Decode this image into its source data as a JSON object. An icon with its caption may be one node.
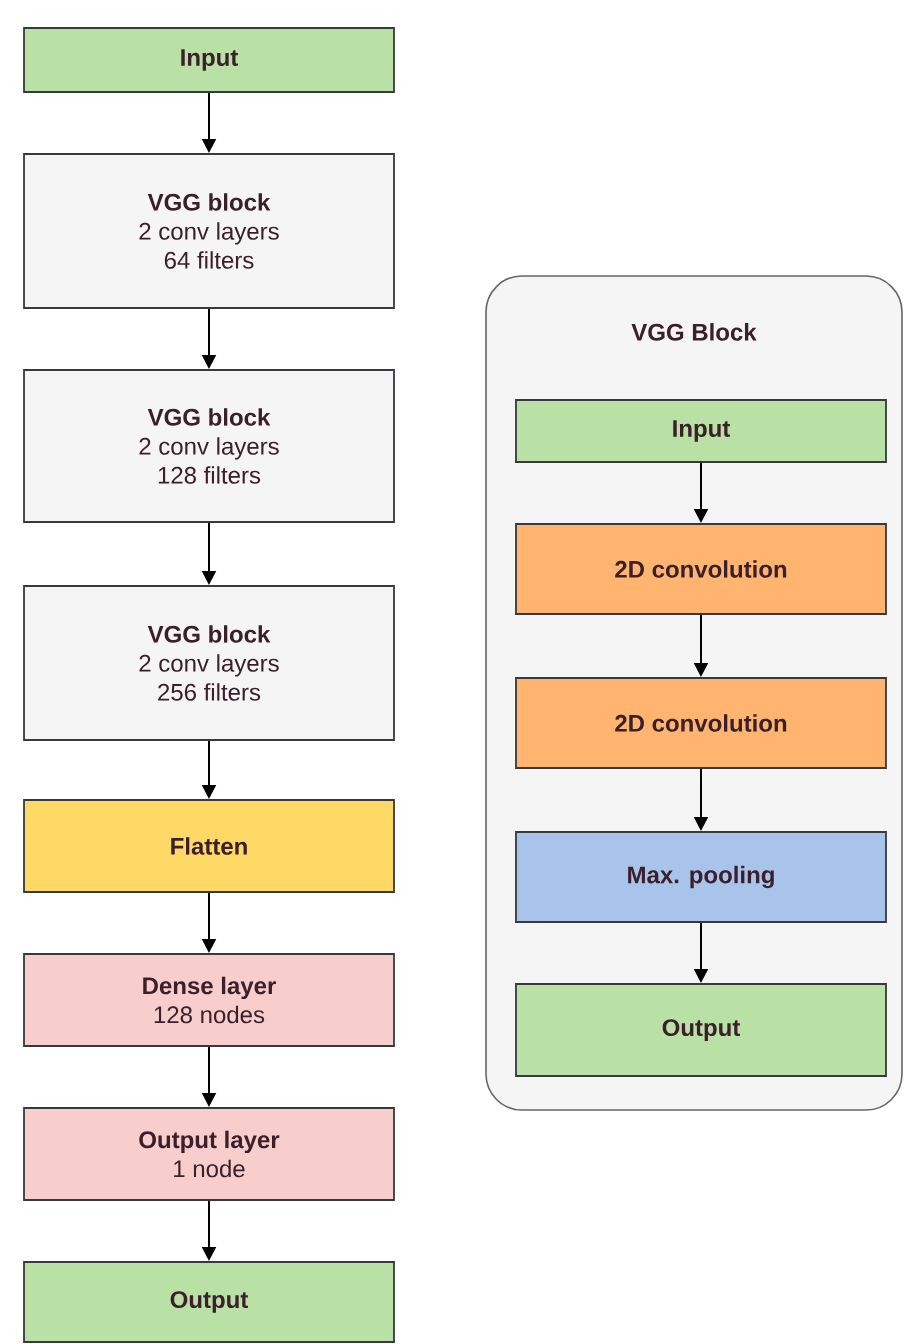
{
  "diagram": {
    "nodes": [
      {
        "text": [
          "Input"
        ]
      },
      {
        "text": [
          "VGG block",
          "2 conv layers",
          "64 filters"
        ]
      },
      {
        "text": [
          "VGG block",
          "2 conv layers",
          "128 filters"
        ]
      },
      {
        "text": [
          "VGG block",
          "2 conv layers",
          "256 filters"
        ]
      },
      {
        "text": [
          "Flatten"
        ]
      },
      {
        "text": [
          "Dense layer",
          "128 nodes"
        ]
      },
      {
        "text": [
          "Output layer",
          "1 node"
        ]
      },
      {
        "text": [
          "Output"
        ]
      },
      {
        "text": [
          "VGG Block"
        ]
      },
      {
        "text": [
          "Input"
        ],
        "in": 8
      },
      {
        "text": [
          "2D convolution"
        ],
        "in": 8
      },
      {
        "text": [
          "2D convolution"
        ],
        "in": 8
      },
      {
        "text": [
          "Max. pooling"
        ],
        "in": 8
      },
      {
        "text": [
          "Output"
        ],
        "in": 8
      }
    ],
    "edges": [
      {
        "from": 0,
        "to": 1,
        "arrow": "to"
      },
      {
        "from": 1,
        "to": 2,
        "arrow": "to"
      },
      {
        "from": 2,
        "to": 3,
        "arrow": "to"
      },
      {
        "from": 3,
        "to": 4,
        "arrow": "to"
      },
      {
        "from": 4,
        "to": 5,
        "arrow": "to"
      },
      {
        "from": 5,
        "to": 6,
        "arrow": "to"
      },
      {
        "from": 6,
        "to": 7,
        "arrow": "to"
      },
      {
        "from": 9,
        "to": 10,
        "arrow": "to"
      },
      {
        "from": 10,
        "to": 11,
        "arrow": "to"
      },
      {
        "from": 11,
        "to": 12,
        "arrow": "to"
      },
      {
        "from": 12,
        "to": 13,
        "arrow": "to"
      }
    ]
  }
}
